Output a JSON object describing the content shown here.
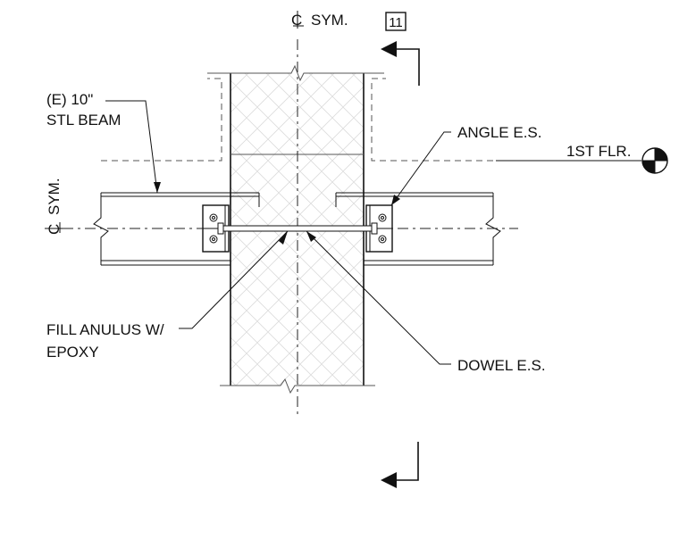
{
  "drawing": {
    "detail_number": "11",
    "labels": {
      "cl_sym_top": "SYM.",
      "cl_sym_left": "SYM.",
      "beam_line1": "(E) 10\"",
      "beam_line2": "STL BEAM",
      "angle": "ANGLE  E.S.",
      "floor_level": "1ST FLR.",
      "fill_line1": "FILL ANULUS W/",
      "fill_line2": "EPOXY",
      "dowel": "DOWEL E.S."
    },
    "symbols": {
      "centerline": "centerline-symbol",
      "level_marker": "level-datum-icon",
      "section_arrow": "section-cut-arrow"
    }
  }
}
